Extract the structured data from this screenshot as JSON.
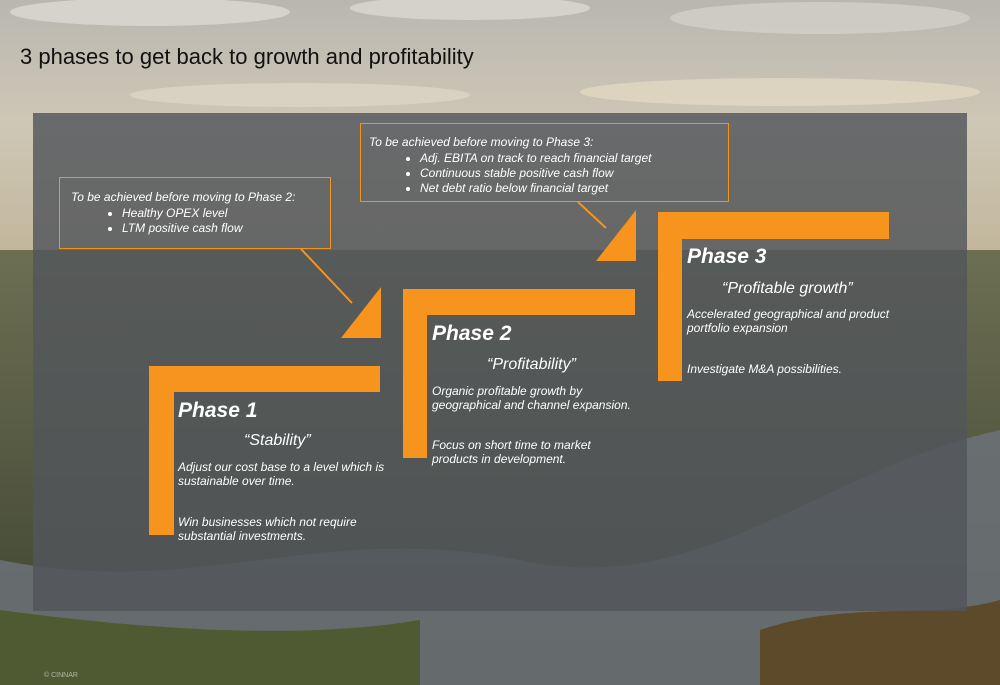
{
  "title": "3 phases to get back to growth and profitability",
  "colors": {
    "accent": "#f7941d",
    "panel": "#52555a",
    "text": "#ffffff",
    "title": "#111111"
  },
  "callouts": [
    {
      "intro": "To be achieved before moving to Phase 2:",
      "bullets": [
        "Healthy OPEX level",
        "LTM positive cash flow"
      ]
    },
    {
      "intro": "To be achieved before moving to Phase 3:",
      "bullets": [
        "Adj. EBITA on track to reach financial target",
        "Continuous stable positive cash flow",
        "Net debt ratio below financial target"
      ]
    }
  ],
  "phases": [
    {
      "heading": "Phase 1",
      "subtitle": "“Stability”",
      "points": [
        "Adjust our cost base to a level which is sustainable over time.",
        "Win businesses which not require substantial investments."
      ]
    },
    {
      "heading": "Phase 2",
      "subtitle": "“Profitability”",
      "points": [
        "Organic profitable growth by geographical and channel expansion.",
        "Focus on short time to market products in development."
      ]
    },
    {
      "heading": "Phase 3",
      "subtitle": "“Profitable growth”",
      "points": [
        "Accelerated geographical and product portfolio expansion",
        "Investigate M&A possibilities."
      ]
    }
  ],
  "copyright": "© CINNAR"
}
